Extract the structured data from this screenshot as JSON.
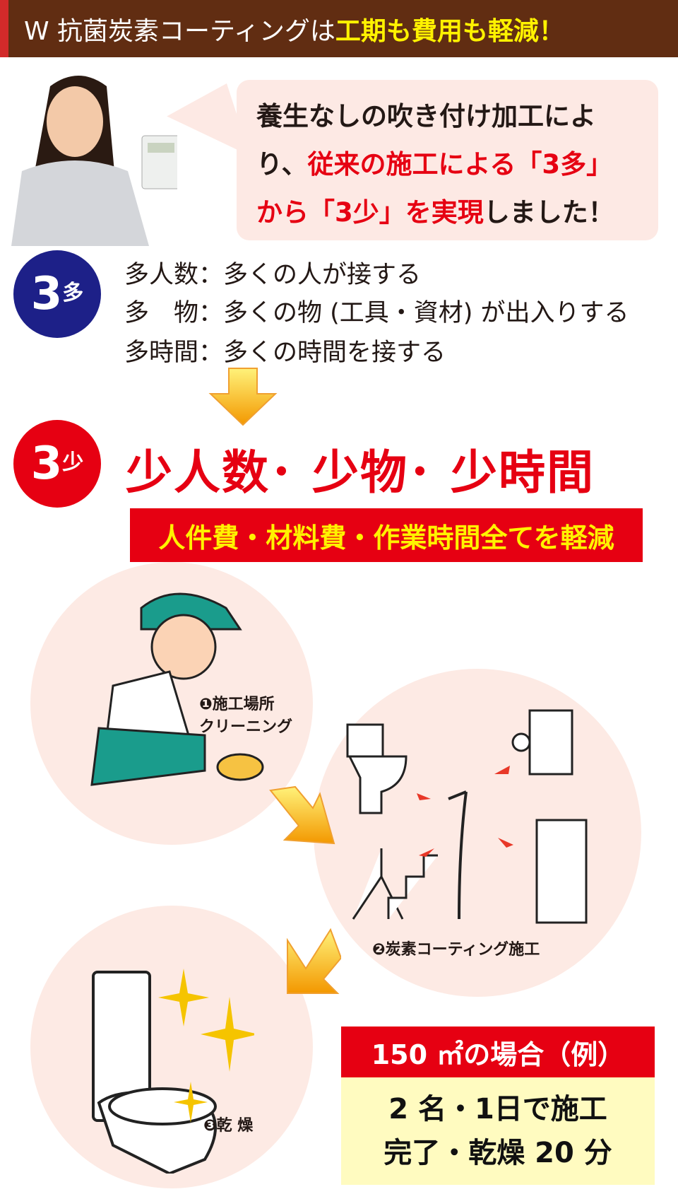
{
  "header": {
    "title_plain": "W 抗菌炭素コーティングは",
    "title_highlight": "工期も費用も軽減！"
  },
  "bubble": {
    "line1": "養生なしの吹き付け加工によ",
    "line2_a": "り、",
    "line2_b": "従来の施工による「3多」",
    "line3_a": "から「3少」を実現",
    "line3_b": "しました！"
  },
  "many": {
    "badge_num": "3",
    "badge_kanji": "多",
    "items": [
      "多人数：多くの人が接する",
      "多　物：多くの物 (工具・資材) が出入りする",
      "多時間：多くの時間を接する"
    ]
  },
  "few": {
    "badge_num": "3",
    "badge_kanji": "少",
    "headline": "少人数･ 少物･ 少時間",
    "banner": "人件費・材料費・作業時間全てを軽減"
  },
  "steps": [
    "❶施工場所",
    "クリーニング",
    "❷炭素コーティング施工",
    "❸乾 燥"
  ],
  "example": {
    "title": "150 ㎡の場合（例）",
    "line1": "2 名・1日で施工",
    "line2": "完了・乾燥 20 分"
  },
  "colors": {
    "brown": "#612d12",
    "red": "#e60012",
    "yellow": "#fff200",
    "navy": "#1d2088",
    "pink": "#fdeae4"
  }
}
